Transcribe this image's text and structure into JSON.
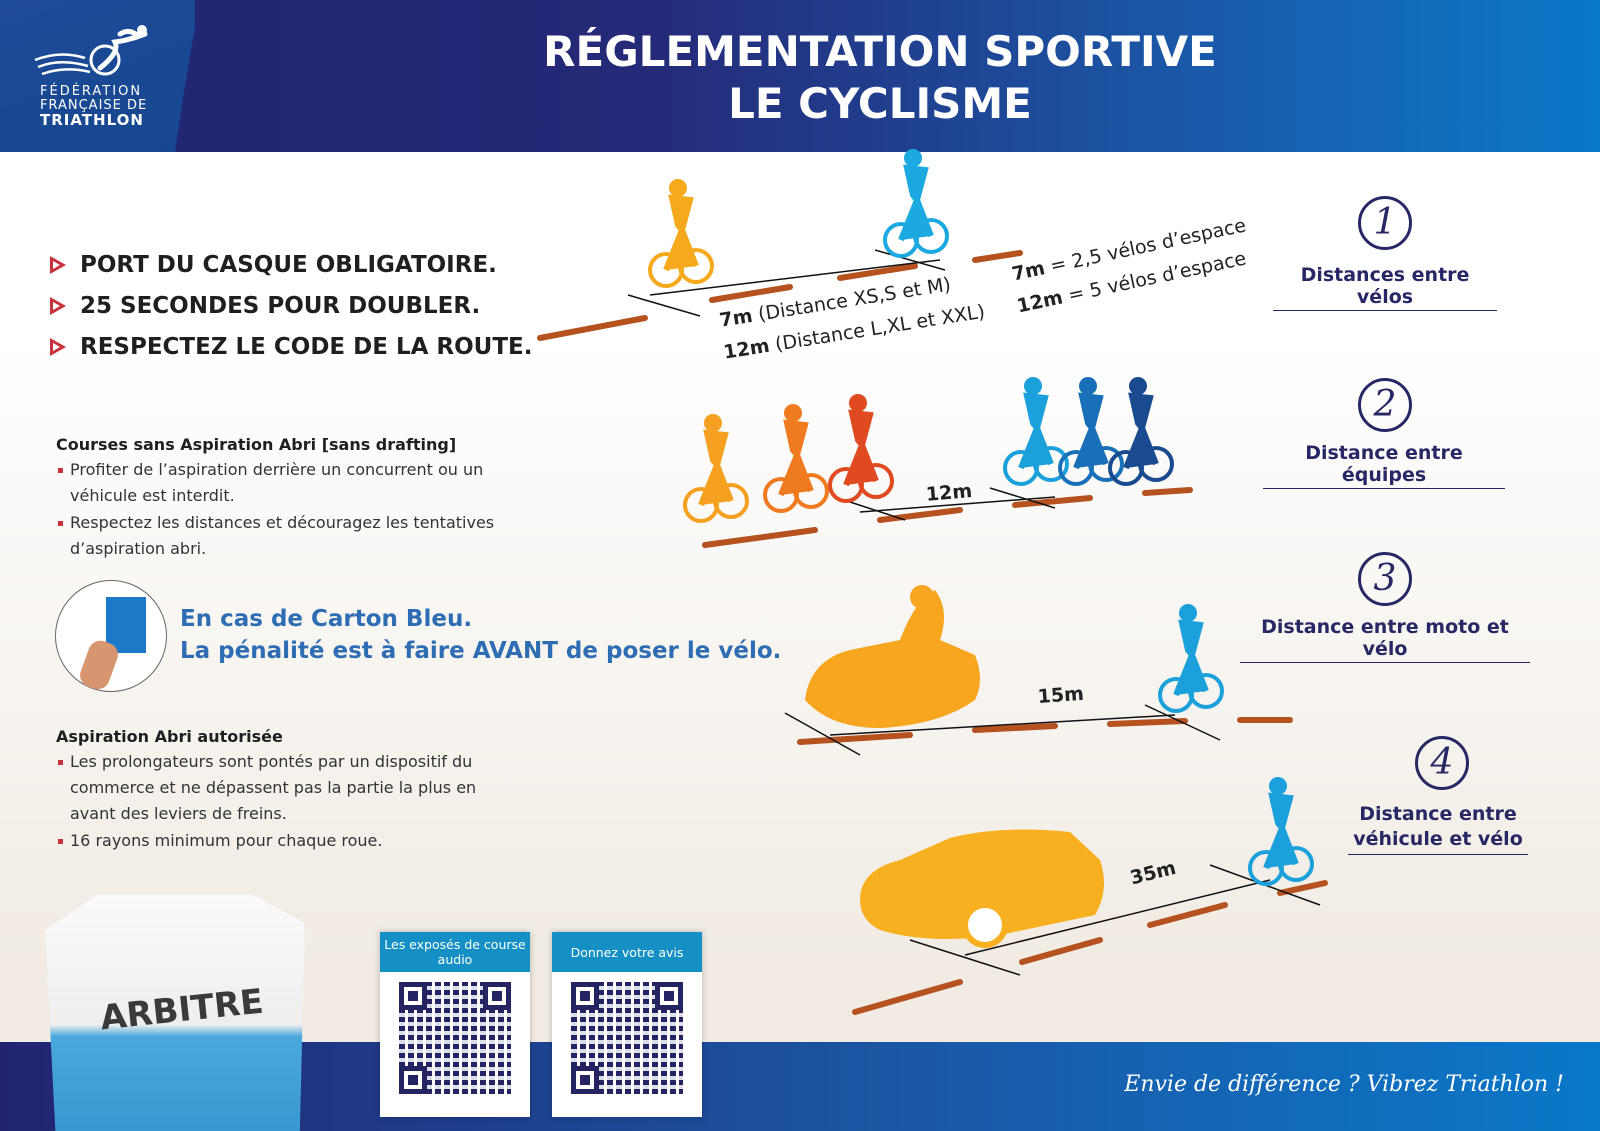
{
  "header": {
    "title_line1": "RÉGLEMENTATION SPORTIVE",
    "title_line2": "LE CYCLISME",
    "logo": {
      "line1": "FÉDÉRATION",
      "line2": "FRANÇAISE DE",
      "line3": "TRIATHLON"
    }
  },
  "rules": [
    "PORT DU CASQUE OBLIGATOIRE.",
    "25 SECONDES POUR DOUBLER.",
    "RESPECTEZ LE CODE DE LA ROUTE."
  ],
  "no_drafting": {
    "title": "Courses sans Aspiration Abri [sans drafting]",
    "items": [
      "Profiter de l’aspiration derrière un concurrent ou un véhicule est interdit.",
      "Respectez les distances et découragez les tentatives d’aspiration abri."
    ]
  },
  "blue_card": {
    "line1": "En cas de Carton Bleu.",
    "line2": "La pénalité est à faire AVANT de poser le vélo."
  },
  "drafting_allowed": {
    "title": "Aspiration Abri autorisée",
    "items": [
      "Les prolongateurs sont pontés par un dispositif du commerce et ne dépassent pas la partie la plus en avant des leviers de freins.",
      "16 rayons minimum pour chaque roue."
    ]
  },
  "vest_label": "ARBITRE",
  "sections": [
    {
      "number": "1",
      "label": "Distances entre vélos"
    },
    {
      "number": "2",
      "label": "Distance entre équipes"
    },
    {
      "number": "3",
      "label": "Distance entre moto et vélo"
    },
    {
      "number": "4",
      "label": "Distance entre véhicule et vélo"
    }
  ],
  "diagram1": {
    "d1": "7m",
    "d1_note": "(Distance XS,S et M)",
    "d2": "12m",
    "d2_note": "(Distance L,XL et XXL)",
    "e1": "7m",
    "e1_note": "= 2,5 vélos d’espace",
    "e2": "12m",
    "e2_note": "= 5 vélos d’espace"
  },
  "diagram2": {
    "distance": "12m"
  },
  "diagram3": {
    "distance": "15m"
  },
  "diagram4": {
    "distance": "35m"
  },
  "qr_cards": [
    {
      "title": "Les exposés de course audio"
    },
    {
      "title": "Donnez votre avis"
    }
  ],
  "footer": {
    "slogan": "Envie de différence ? Vibrez Triathlon !"
  },
  "colors": {
    "navy": "#272765",
    "accent_red": "#c8323a",
    "blue_text": "#2e6db4",
    "road": "#b5521f",
    "orange": "#f5a623",
    "cyan": "#1ca0dc"
  }
}
